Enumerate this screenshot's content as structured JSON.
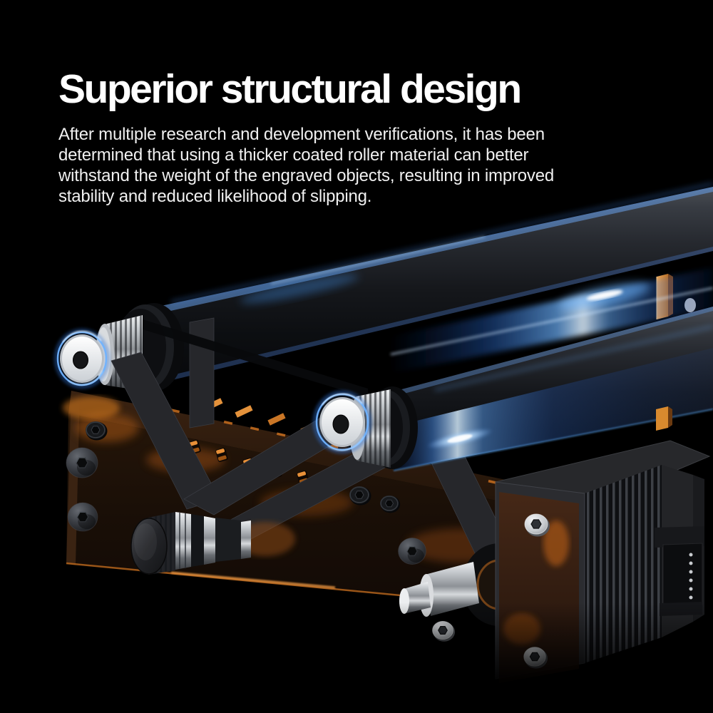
{
  "header": {
    "title": "Superior structural design",
    "description_lines": [
      "After multiple research and development verifications, it has been",
      "determined that using a thicker coated roller material can better",
      "withstand the weight of the engraved objects, resulting in improved",
      "stability and reduced likelihood of slipping."
    ]
  },
  "illustration": {
    "alt": "3D render of a laser engraver rotary roller module: two black coated rollers with blue light reflections, belt-driven silver pulleys with glowing blue rings, translucent amber acrylic base plate with slots and screws, tension knob and stepper motor with ribbed heat fins and pin connector, on a black background"
  },
  "colors": {
    "background": "#000000",
    "title_color": "#ffffff",
    "body_color": "#f0f0f0",
    "accent_blue": "#5aa6f0",
    "accent_amber": "#e0862e",
    "glow_white": "#ffffff",
    "roller_dark": "#16181c",
    "silver": "#c7cacd",
    "plate_amber_dark": "#241509"
  }
}
